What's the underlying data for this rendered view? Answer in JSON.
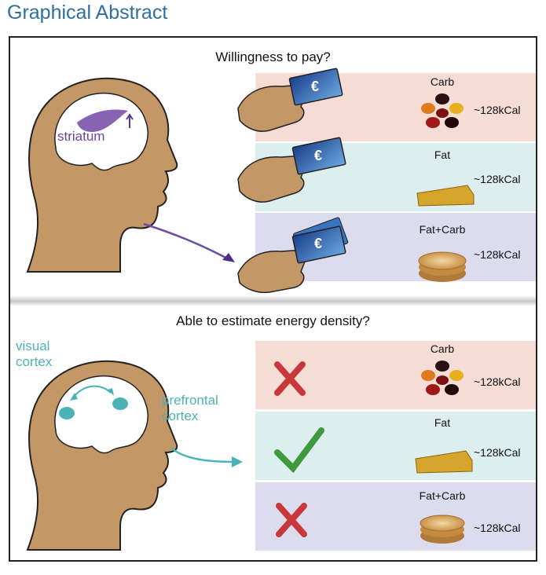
{
  "header": {
    "title": "Graphical Abstract"
  },
  "top_panel": {
    "question": "Willingness to pay?",
    "brain_label": "striatum",
    "currency_symbol": "€",
    "foods": [
      {
        "label": "Carb",
        "energy": "~128kCal",
        "color": "#f5ddd5"
      },
      {
        "label": "Fat",
        "energy": "~128kCal",
        "color": "#ddeeee"
      },
      {
        "label": "Fat+Carb",
        "energy": "~128kCal",
        "color": "#dddcef"
      }
    ]
  },
  "bottom_panel": {
    "question": "Able to estimate energy density?",
    "region_labels": {
      "visual": "visual\ncortex",
      "prefrontal": "prefrontal\ncortex"
    },
    "foods": [
      {
        "label": "Carb",
        "energy": "~128kCal",
        "result": "cross"
      },
      {
        "label": "Fat",
        "energy": "~128kCal",
        "result": "check"
      },
      {
        "label": "Fat+Carb",
        "energy": "~128kCal",
        "result": "cross"
      }
    ]
  },
  "colors": {
    "title": "#2f6f9f",
    "skin": "#c49766",
    "striatum": "#7a52a8",
    "cortex": "#4bb3b8",
    "cross": "#c8383a",
    "check": "#3e9a3c"
  }
}
